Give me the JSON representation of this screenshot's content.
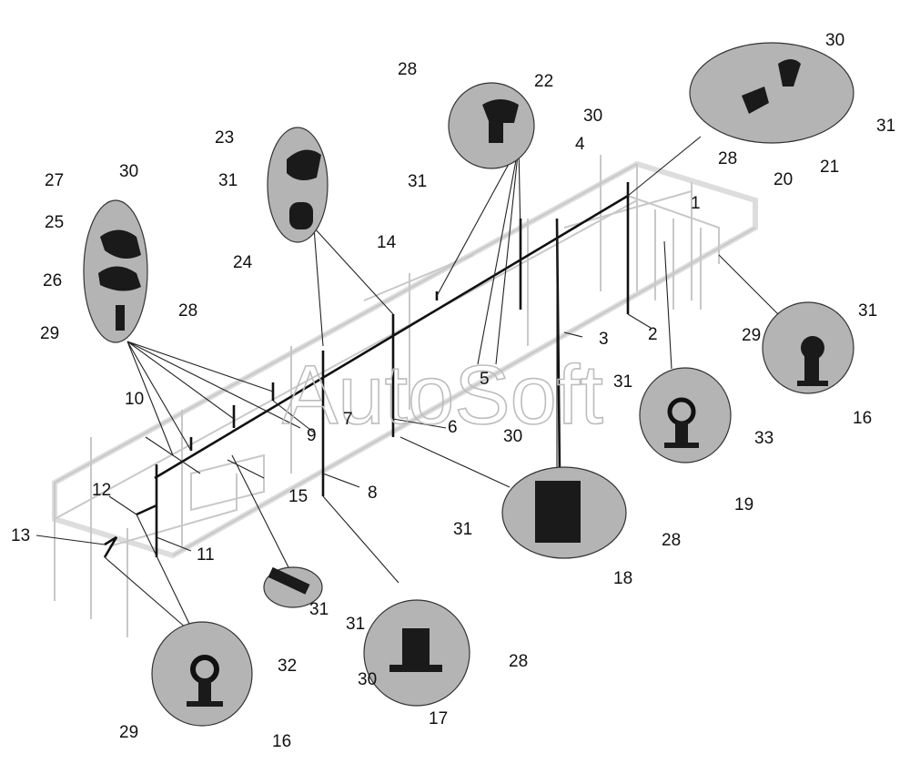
{
  "diagram": {
    "watermark": "AutoSoft",
    "labels": [
      "30",
      "28",
      "22",
      "30",
      "31",
      "23",
      "4",
      "31",
      "31",
      "28",
      "20",
      "21",
      "27",
      "30",
      "25",
      "1",
      "24",
      "14",
      "26",
      "28",
      "29",
      "31",
      "29",
      "3",
      "2",
      "5",
      "31",
      "9",
      "7",
      "6",
      "16",
      "33",
      "10",
      "15",
      "8",
      "30",
      "31",
      "28",
      "18",
      "19",
      "12",
      "13",
      "11",
      "31",
      "31",
      "32",
      "28",
      "30",
      "29",
      "17",
      "16"
    ],
    "colors": {
      "bubble": "#b4b4b4",
      "frame": "#c8c8c8",
      "ink": "#111111"
    }
  }
}
